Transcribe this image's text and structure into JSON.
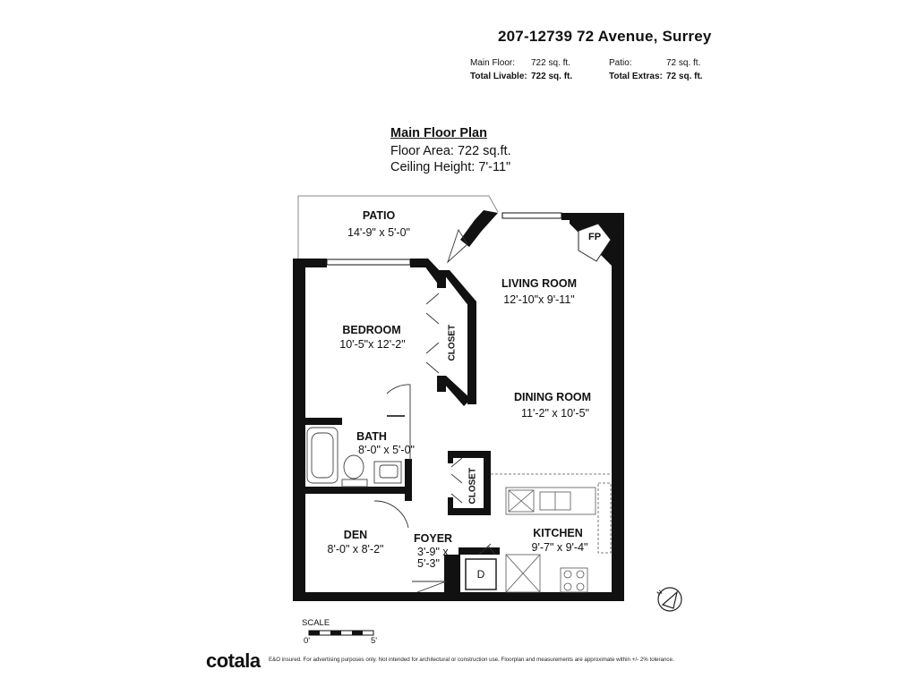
{
  "header": {
    "address": "207-12739 72 Avenue, Surrey",
    "stats": [
      {
        "label": "Main Floor:",
        "value": "722 sq. ft.",
        "bold": false
      },
      {
        "label": "Total Livable:",
        "value": "722  sq.  ft.",
        "bold": true
      },
      {
        "label": "Patio:",
        "value": "72 sq. ft.",
        "bold": false
      },
      {
        "label": "Total Extras:",
        "value": "72  sq.  ft.",
        "bold": true
      }
    ]
  },
  "plan": {
    "title": "Main Floor Plan",
    "floor_area": "Floor Area:  722 sq.ft.",
    "ceiling_height": "Ceiling Height: 7'-11\""
  },
  "rooms": {
    "patio": {
      "name": "PATIO",
      "dims": "14'-9\" x  5'-0\""
    },
    "living": {
      "name": "LIVING ROOM",
      "dims": "12'-10\"x 9'-11\""
    },
    "bedroom": {
      "name": "BEDROOM",
      "dims": "10'-5\"x 12'-2\""
    },
    "closet1": {
      "name": "CLOSET"
    },
    "dining": {
      "name": "DINING ROOM",
      "dims": "11'-2\" x 10'-5\""
    },
    "bath": {
      "name": "BATH",
      "dims": "8'-0\"  x  5'-0\""
    },
    "closet2": {
      "name": "CLOSET"
    },
    "den": {
      "name": "DEN",
      "dims": "8'-0\"  x  8'-2\""
    },
    "foyer": {
      "name": "FOYER",
      "dims1": "3'-9\"  x",
      "dims2": "5'-3\""
    },
    "kitchen": {
      "name": "KITCHEN",
      "dims": "9'-7\"  x  9'-4\""
    },
    "fireplace": {
      "name": "FP"
    },
    "dryer": {
      "name": "D"
    }
  },
  "scale": {
    "label": "SCALE",
    "start": "0'",
    "end": "5'"
  },
  "footer": {
    "logo": "cotala",
    "disclaimer": "E&O insured. For advertising purposes only. Not intended for architectural or construction use. Floorplan and measurements are approximate within +/- 2% tolerance."
  }
}
